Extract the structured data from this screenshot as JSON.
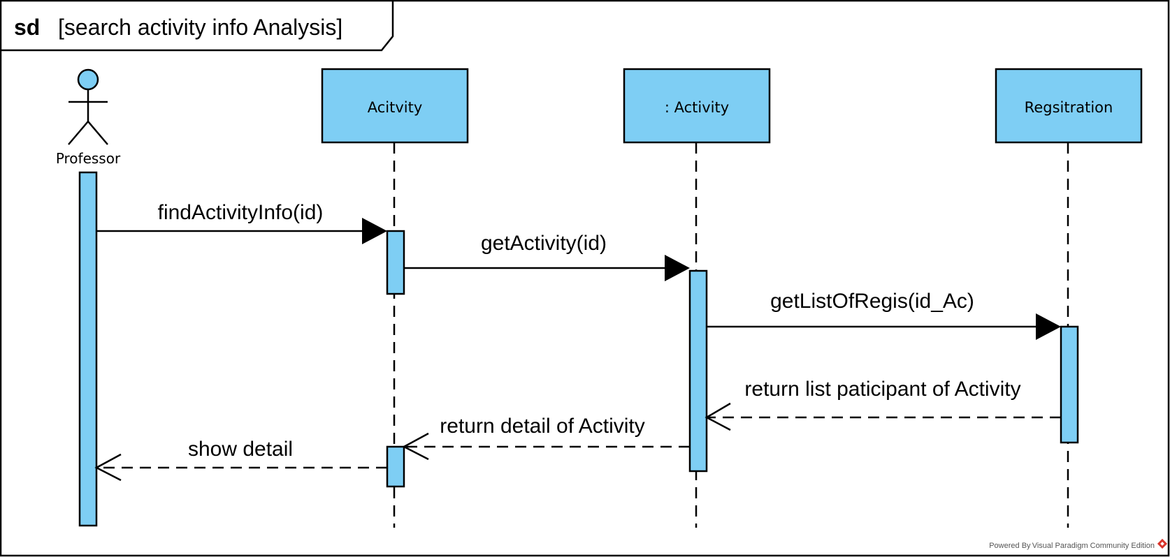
{
  "frame": {
    "keyword": "sd",
    "title": "[search activity info Analysis]"
  },
  "participants": {
    "actor": "Professor",
    "p1": "Acitvity",
    "p2": ": Activity",
    "p3": "Regsitration"
  },
  "messages": {
    "m1": "findActivityInfo(id)",
    "m2": "getActivity(id)",
    "m3": "getListOfRegis(id_Ac)",
    "m4": "return list paticipant of Activity",
    "m5": "return detail of Activity",
    "m6": "show detail"
  },
  "footer": {
    "powered_by": "Powered By Visual Paradigm Community Edition"
  },
  "colors": {
    "fill": "#7ecef4",
    "stroke": "#000000",
    "brand_red": "#d9342b"
  }
}
